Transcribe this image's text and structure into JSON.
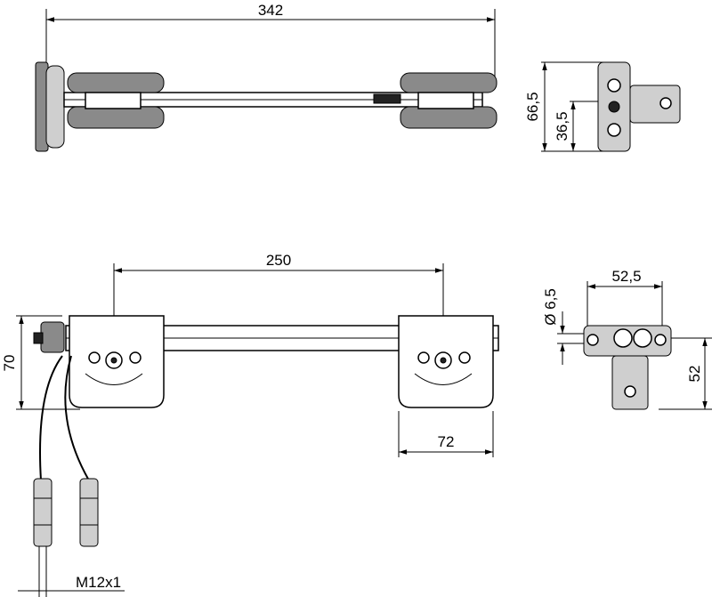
{
  "dimensions": {
    "top_length": "342",
    "side_height": "66,5",
    "side_inner": "36,5",
    "mount_spacing": "250",
    "end_height": "70",
    "hole_diameter": "Ø 6,5",
    "end_width": "52,5",
    "end_depth": "52",
    "bracket_width": "72",
    "connector": "M12x1"
  }
}
